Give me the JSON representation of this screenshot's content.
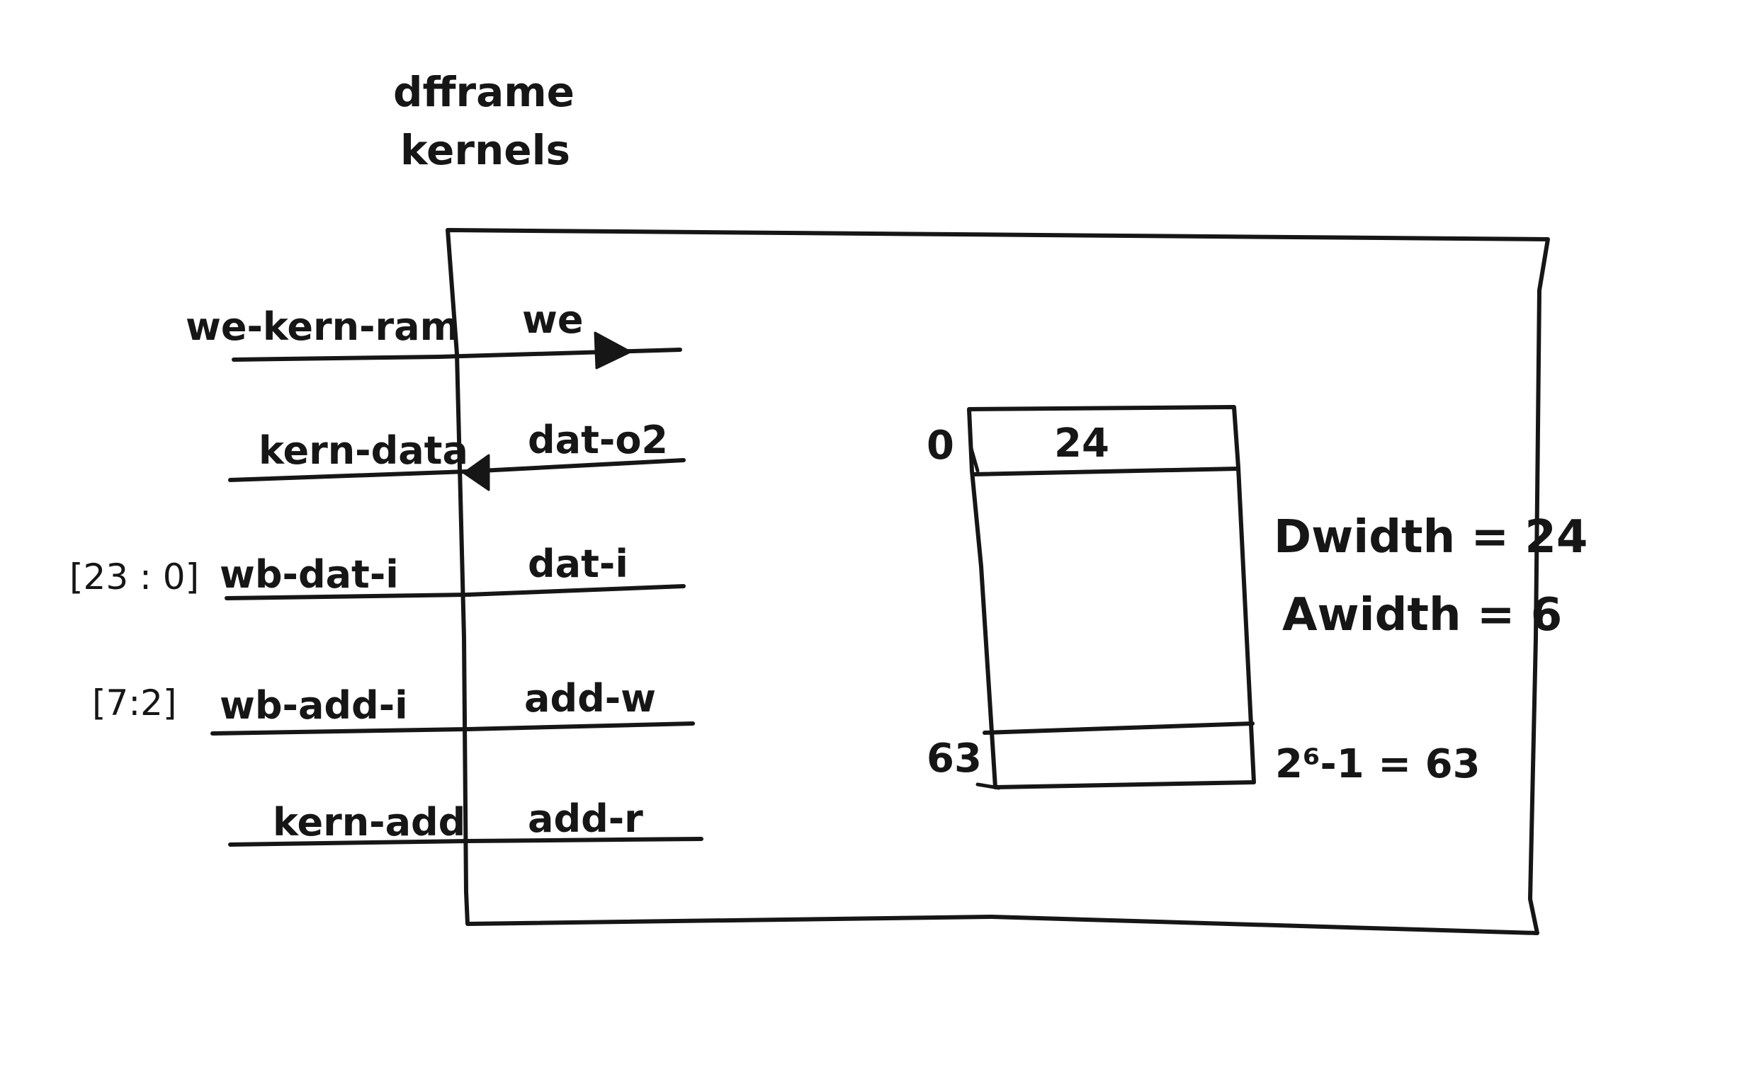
{
  "block": {
    "title_line1": "dfframe",
    "title_line2": "kernels"
  },
  "signals": [
    {
      "external": "we-kern-ram",
      "internal": "we",
      "range": ""
    },
    {
      "external": "kern-data",
      "internal": "dat-o2",
      "range": ""
    },
    {
      "external": "wb-dat-i",
      "internal": "dat-i",
      "range": "[23 : 0]"
    },
    {
      "external": "wb-add-i",
      "internal": "add-w",
      "range": "[7:2]"
    },
    {
      "external": "kern-add",
      "internal": "add-r",
      "range": ""
    }
  ],
  "memory": {
    "top_index": "0",
    "bottom_index": "63",
    "word_width": "24",
    "depth_formula": "2⁶-1 = 63"
  },
  "params": {
    "dwidth": "Dwidth = 24",
    "awidth": "Awidth = 6"
  }
}
